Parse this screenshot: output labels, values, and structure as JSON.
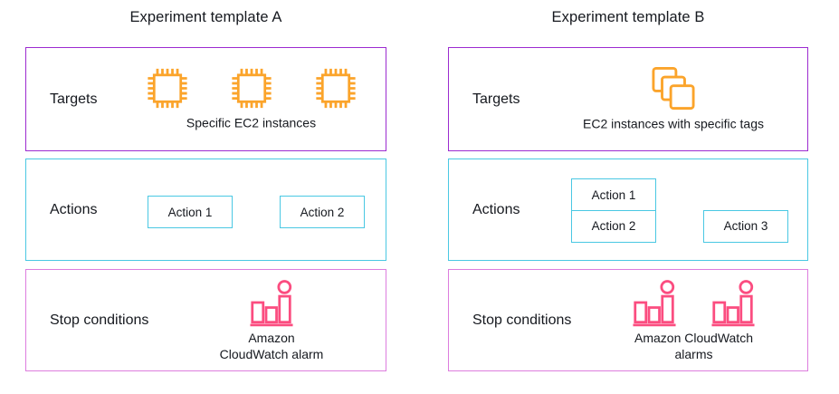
{
  "colors": {
    "background": "#FFFFFF",
    "text": "#16191F",
    "targets_border": "#9C2BD0",
    "actions_border": "#4AC8E3",
    "stop_border": "#DD7DDE",
    "ec2_orange": "#FBA42B",
    "cloudwatch_pink": "#FB4D80"
  },
  "templates": [
    {
      "title": "Experiment template A",
      "targets": {
        "label": "Targets",
        "icon": "ec2-instance-icon",
        "icon_count": 3,
        "caption": "Specific EC2 instances"
      },
      "actions": {
        "label": "Actions",
        "items": [
          "Action 1",
          "Action 2"
        ]
      },
      "stop_conditions": {
        "label": "Stop conditions",
        "icon": "cloudwatch-alarm-icon",
        "icon_count": 1,
        "caption_line1": "Amazon",
        "caption_line2": "CloudWatch alarm"
      }
    },
    {
      "title": "Experiment template B",
      "targets": {
        "label": "Targets",
        "icon": "ec2-tagged-instances-icon",
        "icon_count": 1,
        "caption": "EC2 instances with specific tags"
      },
      "actions": {
        "label": "Actions",
        "items": [
          "Action 1",
          "Action 2",
          "Action 3"
        ]
      },
      "stop_conditions": {
        "label": "Stop conditions",
        "icon": "cloudwatch-alarm-icon",
        "icon_count": 2,
        "caption_line1": "Amazon CloudWatch",
        "caption_line2": "alarms"
      }
    }
  ]
}
